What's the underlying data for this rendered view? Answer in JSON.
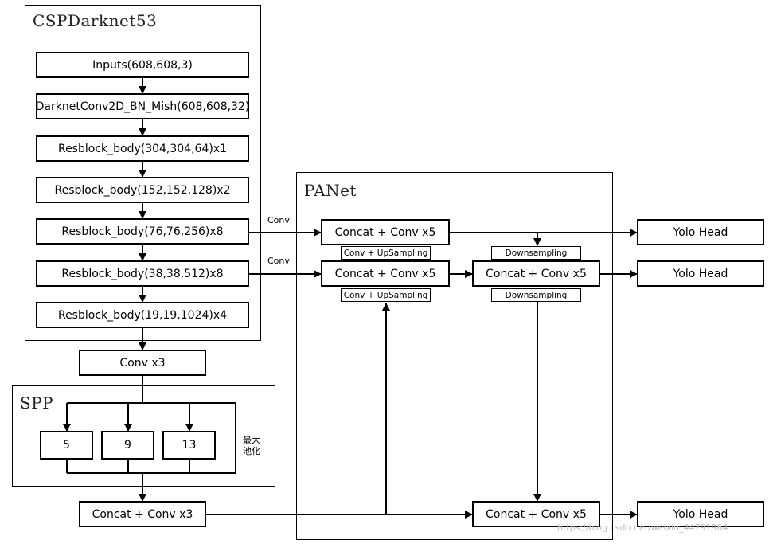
{
  "groups": {
    "backbone": "CSPDarknet53",
    "spp": "SPP",
    "panet": "PANet"
  },
  "backbone": {
    "inputs": "Inputs(608,608,3)",
    "conv2d": "DarknetConv2D_BN_Mish(608,608,32)",
    "res1": "Resblock_body(304,304,64)x1",
    "res2": "Resblock_body(152,152,128)x2",
    "res3": "Resblock_body(76,76,256)x8",
    "res4": "Resblock_body(38,38,512)x8",
    "res5": "Resblock_body(19,19,1024)x4"
  },
  "conv_x3": "Conv x3",
  "spp": {
    "pool5": "5",
    "pool9": "9",
    "pool13": "13",
    "note_line1": "最大",
    "note_line2": "池化"
  },
  "concat_conv_x3": "Concat + Conv x3",
  "panet": {
    "concat_top_left": "Concat + Conv x5",
    "concat_mid_left": "Concat + Conv x5",
    "concat_mid_right": "Concat + Conv x5",
    "concat_bottom": "Concat + Conv x5",
    "upsampling_1": "Conv + UpSampling",
    "upsampling_2": "Conv + UpSampling",
    "downsampling_1": "Downsampling",
    "downsampling_2": "Downsampling"
  },
  "edge_labels": {
    "conv_1": "Conv",
    "conv_2": "Conv"
  },
  "heads": {
    "head_1": "Yolo Head",
    "head_2": "Yolo Head",
    "head_3": "Yolo Head"
  },
  "watermark": "https://blog.csdn.net/weixin_44791964"
}
